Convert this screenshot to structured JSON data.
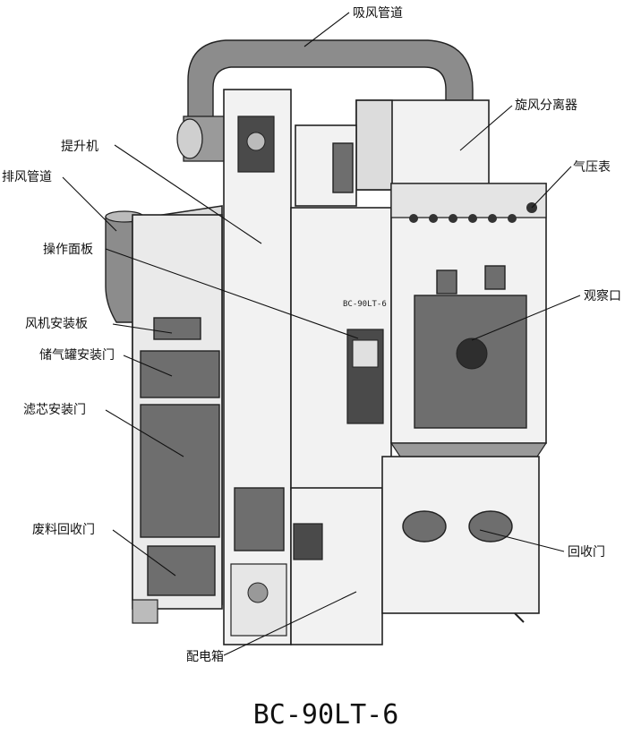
{
  "labels": {
    "suction_duct": "吸风管道",
    "cyclone": "旋风分离器",
    "elevator": "提升机",
    "pressure_gauge": "气压表",
    "exhaust_duct": "排风管道",
    "control_panel": "操作面板",
    "viewing_window": "观察口",
    "fan_plate": "风机安装板",
    "air_tank_door": "储气罐安装门",
    "filter_door": "滤芯安装门",
    "waste_door": "废料回收门",
    "recovery_door": "回收门",
    "power_box": "配电箱"
  },
  "machine_badge": "BC-90LT-6",
  "model": "BC-90LT-6"
}
